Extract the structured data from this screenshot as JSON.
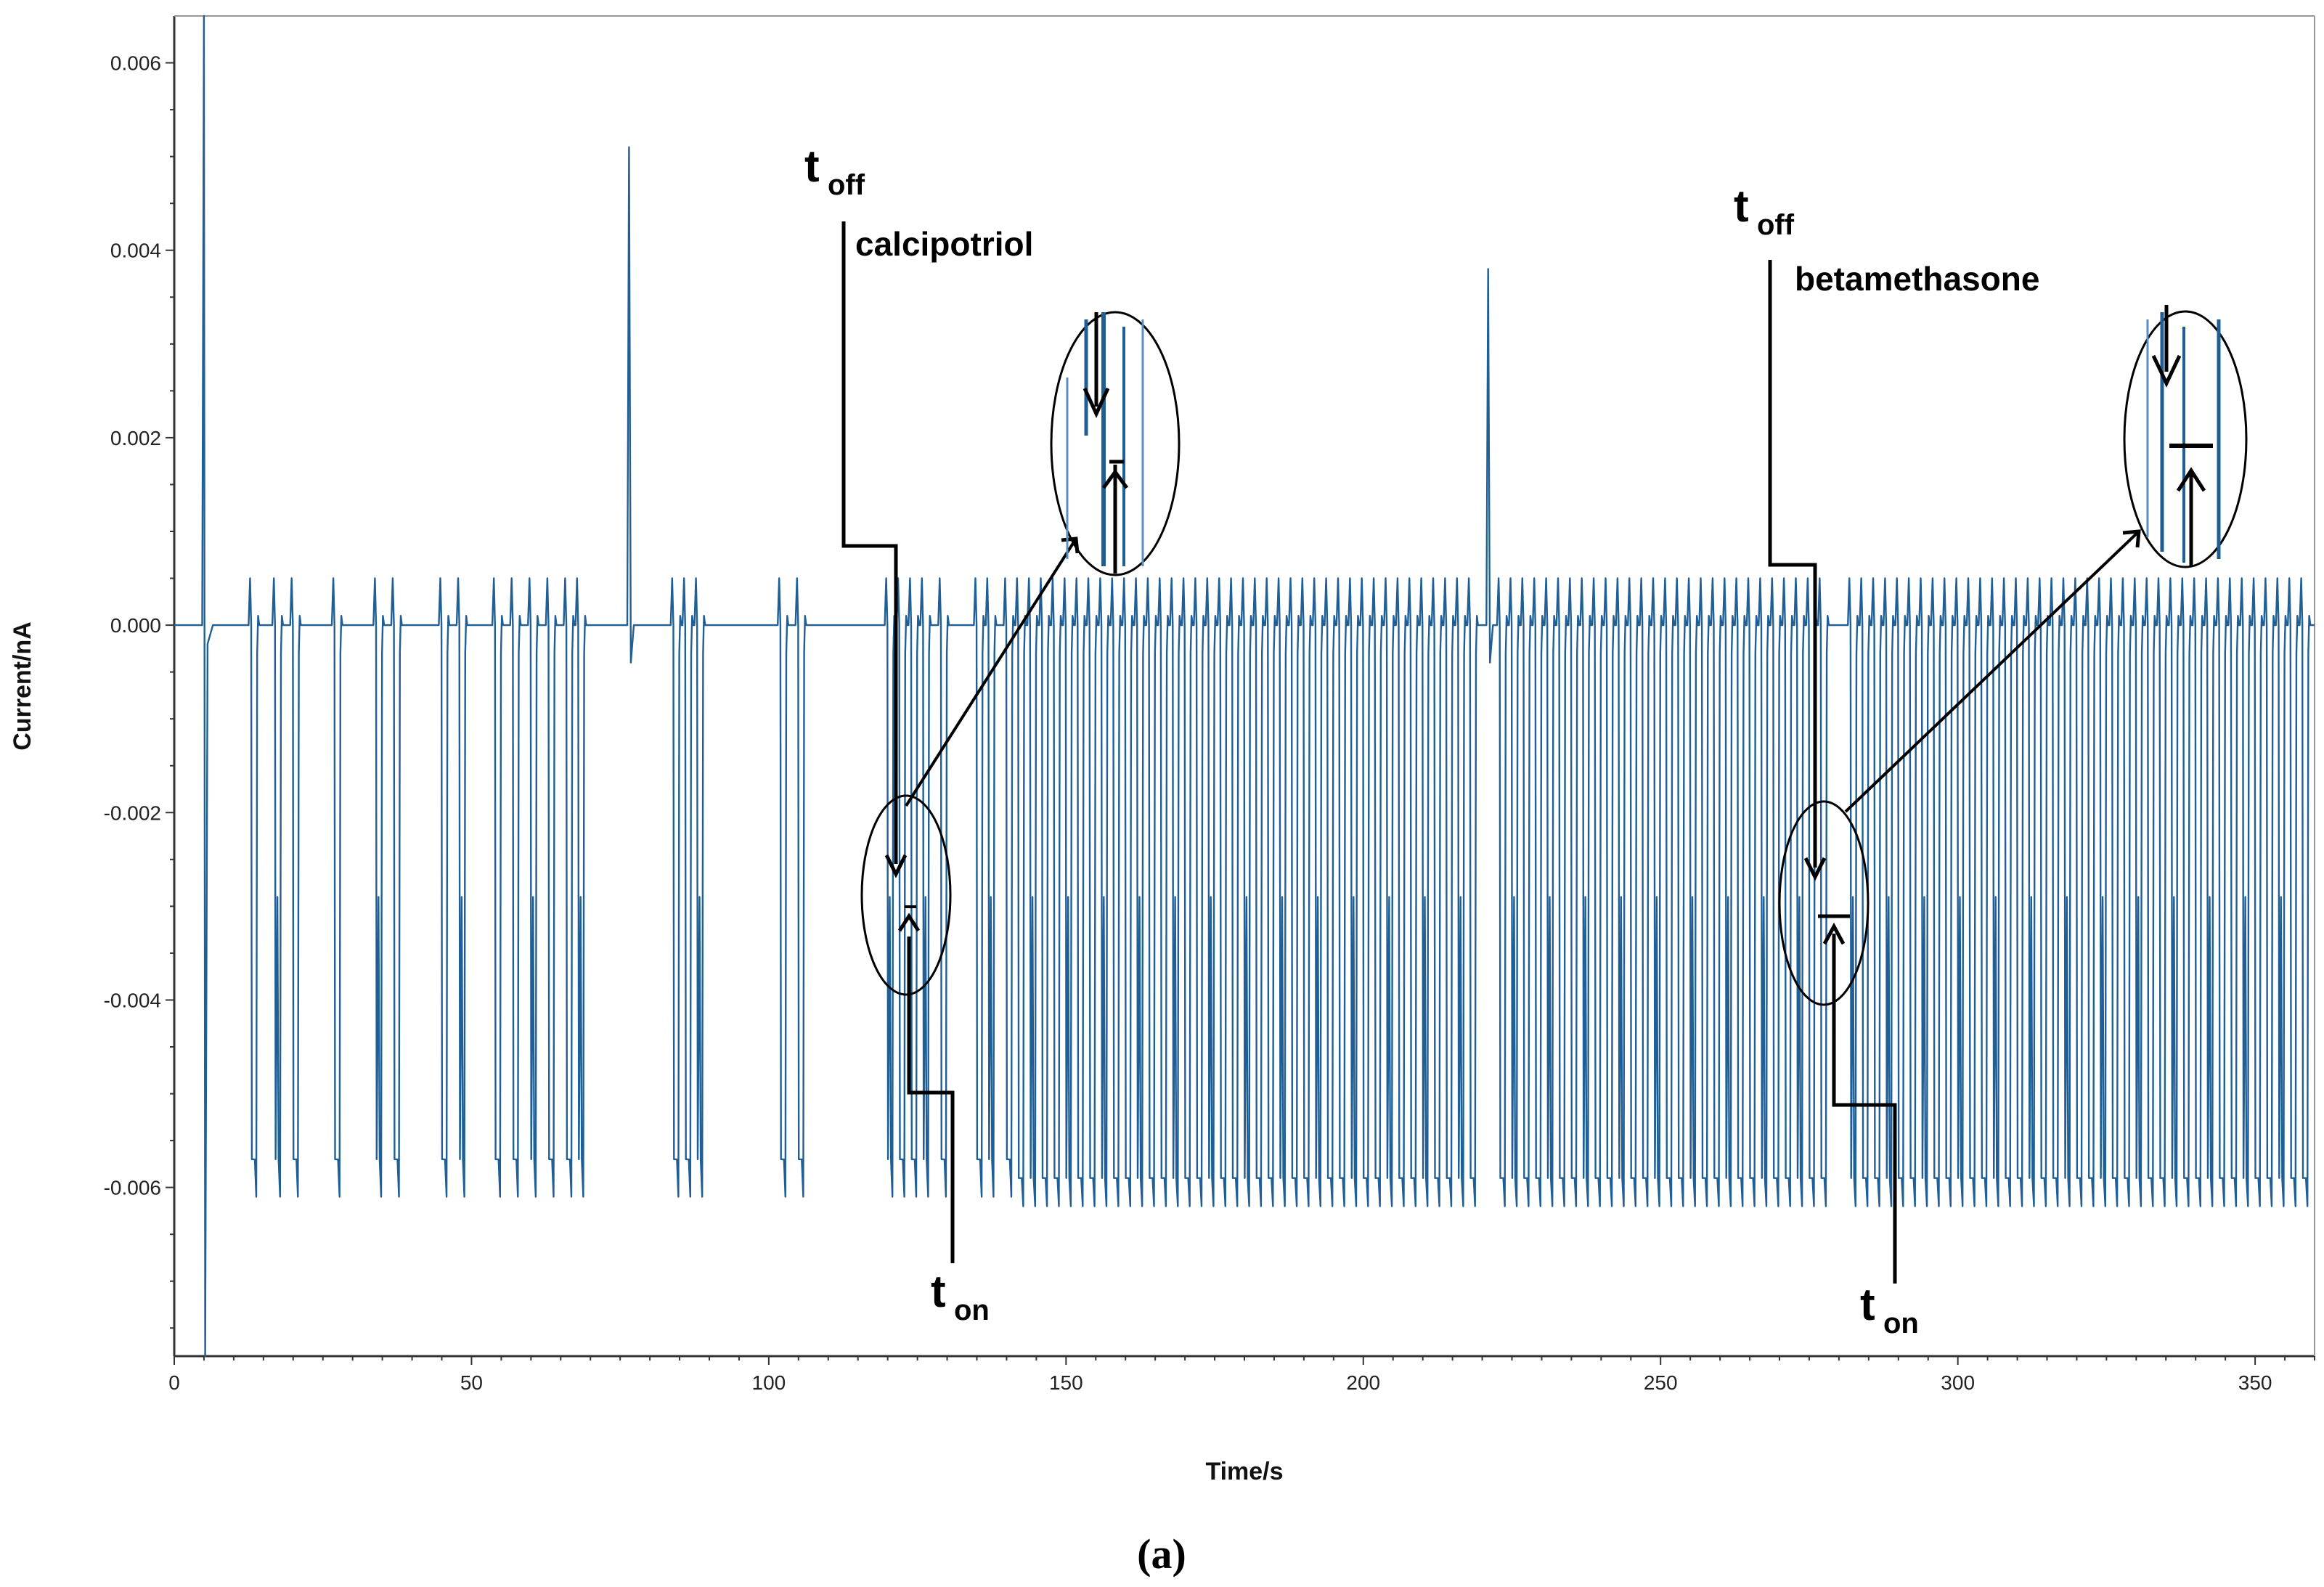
{
  "chart_data": {
    "type": "line",
    "title": "",
    "xlabel": "Time/s",
    "ylabel": "Current/nA",
    "xlim": [
      0,
      360
    ],
    "ylim": [
      -0.0078,
      0.0065
    ],
    "xticks": [
      0,
      50,
      100,
      150,
      200,
      250,
      300,
      350
    ],
    "xtick_labels": [
      "0",
      "50",
      "100",
      "150",
      "200",
      "250",
      "300",
      "350"
    ],
    "yticks": [
      0.006,
      0.004,
      0.002,
      0.0,
      -0.002,
      -0.004,
      -0.006
    ],
    "ytick_labels": [
      "0.006",
      "0.004",
      "0.002",
      "0.000",
      "-0.002",
      "-0.004",
      "-0.006"
    ],
    "grid": false,
    "legend": "none",
    "series_color": "#1f5f96",
    "baseline": 0.0,
    "pulse_top": 0.0005,
    "pulse_floor": -0.0057,
    "pulse_min": -0.0061,
    "pulse_floor_late": -0.0059,
    "pulse_min_late": -0.0062,
    "initial_spike": {
      "x": 5,
      "max": 0.0065,
      "min": -0.0078
    },
    "spikes": [
      {
        "x": 76.5,
        "y": 0.0051
      },
      {
        "x": 221,
        "y": 0.0038
      }
    ],
    "pulses": [
      13,
      17,
      20,
      27,
      34,
      37,
      45,
      48,
      54,
      57,
      60,
      63,
      66,
      68,
      84,
      86,
      88,
      102,
      105,
      120,
      122,
      124,
      126,
      129,
      135,
      137,
      140,
      142,
      144,
      146,
      148,
      150,
      152,
      154,
      156,
      158,
      160,
      162,
      164,
      166,
      168,
      170,
      172,
      174,
      176,
      178,
      180,
      182,
      184,
      186,
      188,
      190,
      192,
      194,
      196,
      198,
      200,
      202,
      204,
      206,
      208,
      210,
      212,
      214,
      216,
      218,
      223,
      225,
      227,
      229,
      231,
      233,
      235,
      237,
      239,
      241,
      243,
      245,
      247,
      249,
      251,
      253,
      255,
      257,
      259,
      261,
      263,
      265,
      267,
      269,
      271,
      273,
      275,
      277,
      282,
      284,
      286,
      288,
      290,
      292,
      294,
      296,
      298,
      300,
      302,
      304,
      306,
      308,
      310,
      312,
      314,
      316,
      318,
      320,
      322,
      324,
      326,
      328,
      330,
      332,
      334,
      336,
      338,
      340,
      342,
      344,
      346,
      348,
      350,
      352,
      354,
      356,
      358
    ],
    "shoulder_every": 3,
    "shoulder_y": -0.0029,
    "annotations": {
      "calcipotriol": {
        "label": "calcipotriol",
        "t_off": "off",
        "t_on": "on",
        "t": "t"
      },
      "betamethasone": {
        "label": "betamethasone",
        "t_off": "off",
        "t_on": "on",
        "t": "t"
      }
    }
  },
  "caption": "(a)"
}
